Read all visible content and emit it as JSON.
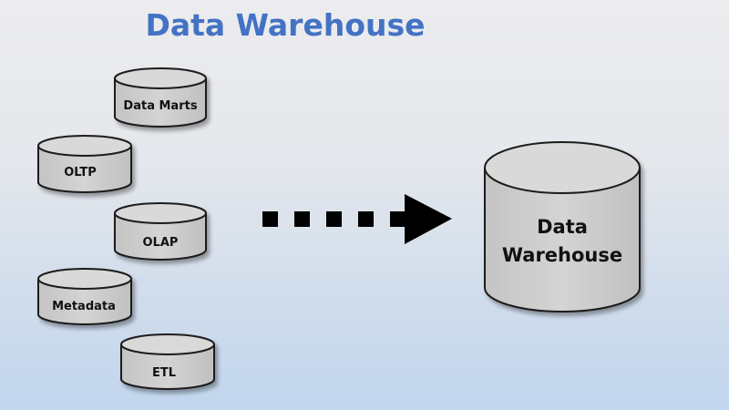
{
  "title": "Data Warehouse",
  "sources": [
    {
      "label": "Data Marts"
    },
    {
      "label": "OLTP"
    },
    {
      "label": "OLAP"
    },
    {
      "label": "Metadata"
    },
    {
      "label": "ETL"
    }
  ],
  "target": {
    "label_line1": "Data",
    "label_line2": "Warehouse"
  },
  "colors": {
    "title": "#4472c4",
    "cylinder_fill": "#cfcfcf",
    "cylinder_top": "#d9d9d9",
    "cylinder_stroke": "#1a1a1a",
    "arrow": "#000000"
  }
}
